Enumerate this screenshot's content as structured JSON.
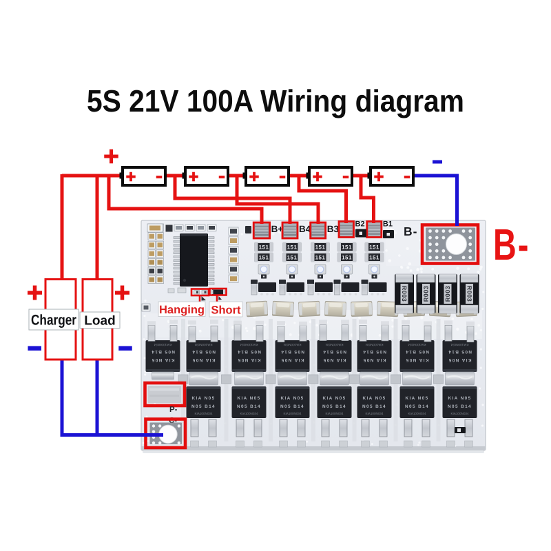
{
  "title": "5S 21V 100A Wiring diagram",
  "colors": {
    "red": "#e51212",
    "blue": "#1b12d4",
    "black": "#0b0b0b",
    "board": "#e9ecf2",
    "highlight": "#e30e0e"
  },
  "pack": {
    "positive_label": "+",
    "negative_label": "-",
    "cell_count": 5,
    "cell_plus": "+",
    "cell_minus": "-"
  },
  "charger": {
    "label": "Charger",
    "plus": "+",
    "minus": "-"
  },
  "load": {
    "label": "Load",
    "plus": "+",
    "minus": "-"
  },
  "board": {
    "balance_pads": [
      "B+",
      "B4",
      "B3",
      "B2",
      "B1"
    ],
    "bminus_silkscreen": "B-",
    "bminus_label": "B-",
    "pminus_silkscreen": "P-",
    "cminus_silkscreen": "C-",
    "jumper_labels": {
      "hanging": "Hanging",
      "short": "Short"
    },
    "resistor_marking": "151",
    "shunt_marking": "R003",
    "mosfet_marking_line1": "KIA  N05",
    "mosfet_marking_line2": "N05  B14",
    "mosfet_marking_line3": "KIA100N034"
  }
}
